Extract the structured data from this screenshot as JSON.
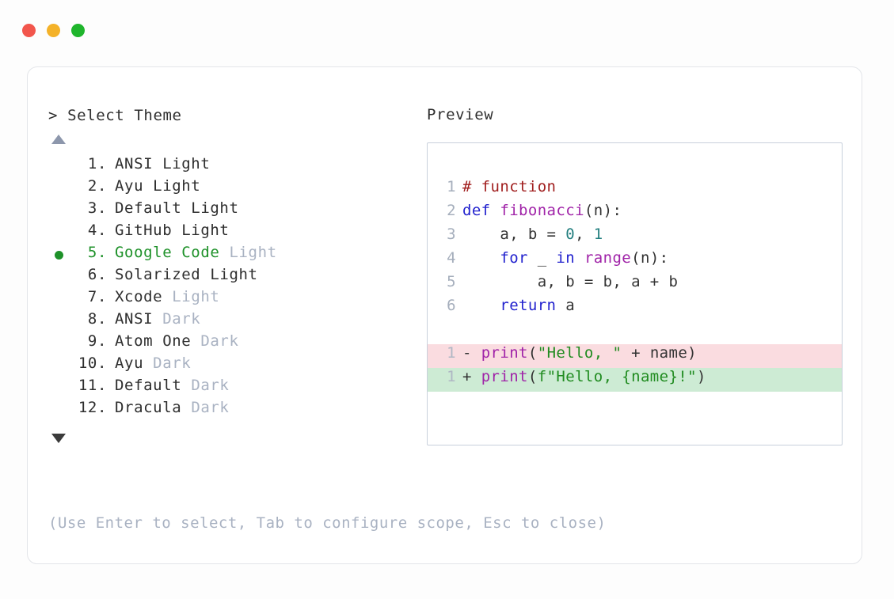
{
  "window": {
    "traffic_lights": [
      {
        "name": "close",
        "color": "#F2564C"
      },
      {
        "name": "minimize",
        "color": "#F4B229"
      },
      {
        "name": "maximize",
        "color": "#1FB52C"
      }
    ]
  },
  "picker": {
    "prompt_marker": ">",
    "prompt_label": "Select Theme",
    "scroll_up_icon": "triangle-up",
    "scroll_down_icon": "triangle-down",
    "selected_index": 5,
    "selected_bullet": "●",
    "accent_color": "#1E9129",
    "variant_color": "#A9B2C2",
    "items": [
      {
        "num": "1.",
        "name": "ANSI Light",
        "variant": "",
        "selected": false
      },
      {
        "num": "2.",
        "name": "Ayu Light",
        "variant": "",
        "selected": false
      },
      {
        "num": "3.",
        "name": "Default Light",
        "variant": "",
        "selected": false
      },
      {
        "num": "4.",
        "name": "GitHub Light",
        "variant": "",
        "selected": false
      },
      {
        "num": "5.",
        "name": "Google Code",
        "variant": " Light",
        "selected": true
      },
      {
        "num": "6.",
        "name": "Solarized Light",
        "variant": "",
        "selected": false
      },
      {
        "num": "7.",
        "name": "Xcode",
        "variant": " Light",
        "selected": false
      },
      {
        "num": "8.",
        "name": "ANSI",
        "variant": " Dark",
        "selected": false
      },
      {
        "num": "9.",
        "name": "Atom One",
        "variant": " Dark",
        "selected": false
      },
      {
        "num": "10.",
        "name": "Ayu",
        "variant": " Dark",
        "selected": false
      },
      {
        "num": "11.",
        "name": "Default",
        "variant": " Dark",
        "selected": false
      },
      {
        "num": "12.",
        "name": "Dracula",
        "variant": " Dark",
        "selected": false
      }
    ]
  },
  "hint": "(Use Enter to select, Tab to configure scope, Esc to close)",
  "preview": {
    "title": "Preview",
    "border_color": "#C8D0DC",
    "line_number_color": "#A5AEBC",
    "syntax_colors": {
      "comment": "#A01E1E",
      "keyword": "#2222CE",
      "function": "#A023A8",
      "number": "#237F7F",
      "string": "#1F8B1F",
      "plain": "#333333"
    },
    "diff_colors": {
      "removed_bg": "#FADCE0",
      "added_bg": "#CDEBD4"
    },
    "code_lines": [
      {
        "ln": "1",
        "tokens": [
          {
            "t": "# function",
            "c": "comment"
          }
        ]
      },
      {
        "ln": "2",
        "tokens": [
          {
            "t": "def ",
            "c": "keyword"
          },
          {
            "t": "fibonacci",
            "c": "func"
          },
          {
            "t": "(n):",
            "c": "plain"
          }
        ]
      },
      {
        "ln": "3",
        "tokens": [
          {
            "t": "    a, b = ",
            "c": "plain"
          },
          {
            "t": "0",
            "c": "number"
          },
          {
            "t": ", ",
            "c": "plain"
          },
          {
            "t": "1",
            "c": "number"
          }
        ]
      },
      {
        "ln": "4",
        "tokens": [
          {
            "t": "    ",
            "c": "plain"
          },
          {
            "t": "for",
            "c": "keyword"
          },
          {
            "t": " _ ",
            "c": "plain"
          },
          {
            "t": "in",
            "c": "keyword"
          },
          {
            "t": " ",
            "c": "plain"
          },
          {
            "t": "range",
            "c": "func"
          },
          {
            "t": "(n):",
            "c": "plain"
          }
        ]
      },
      {
        "ln": "5",
        "tokens": [
          {
            "t": "        a, b = b, a + b",
            "c": "plain"
          }
        ]
      },
      {
        "ln": "6",
        "tokens": [
          {
            "t": "    ",
            "c": "plain"
          },
          {
            "t": "return",
            "c": "keyword"
          },
          {
            "t": " a",
            "c": "plain"
          }
        ]
      }
    ],
    "diff_lines": [
      {
        "ln": "1",
        "kind": "del",
        "sign": "- ",
        "tokens": [
          {
            "t": "print",
            "c": "func"
          },
          {
            "t": "(",
            "c": "plain"
          },
          {
            "t": "\"Hello, \"",
            "c": "string"
          },
          {
            "t": " + name)",
            "c": "plain"
          }
        ]
      },
      {
        "ln": "1",
        "kind": "add",
        "sign": "+ ",
        "tokens": [
          {
            "t": "print",
            "c": "func"
          },
          {
            "t": "(",
            "c": "plain"
          },
          {
            "t": "f\"Hello, {name}!\"",
            "c": "string"
          },
          {
            "t": ")",
            "c": "plain"
          }
        ]
      }
    ]
  }
}
